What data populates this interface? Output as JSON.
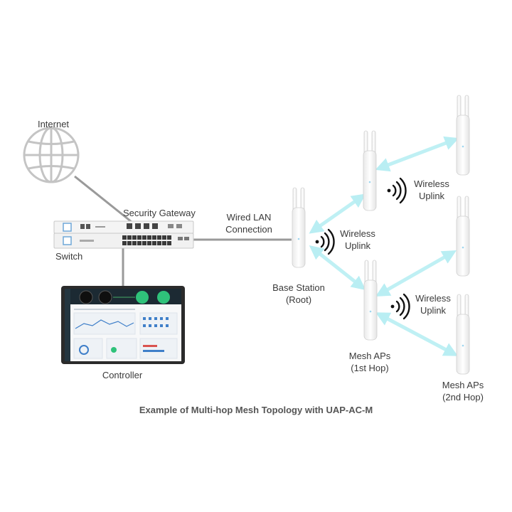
{
  "labels": {
    "internet": "Internet",
    "security_gateway": "Security Gateway",
    "switch": "Switch",
    "controller": "Controller",
    "wired_lan_line1": "Wired LAN",
    "wired_lan_line2": "Connection",
    "base_station_line1": "Base Station",
    "base_station_line2": "(Root)",
    "wireless": "Wireless",
    "uplink": "Uplink",
    "mesh_1st_line1": "Mesh APs",
    "mesh_1st_line2": "(1st Hop)",
    "mesh_2nd_line1": "Mesh APs",
    "mesh_2nd_line2": "(2nd Hop)"
  },
  "caption": "Example of Multi-hop Mesh Topology with UAP-AC-M",
  "colors": {
    "link_arrow": "#bff0f4",
    "cable": "#9a9a9a",
    "device": "#f4f4f4",
    "device_stroke": "#c9c9c9",
    "screen_bg": "#1c2a33",
    "accent_green": "#2fc27a",
    "accent_blue": "#3f7fc9"
  },
  "icons": [
    "globe-icon",
    "wifi-signal-icon",
    "access-point-icon"
  ]
}
